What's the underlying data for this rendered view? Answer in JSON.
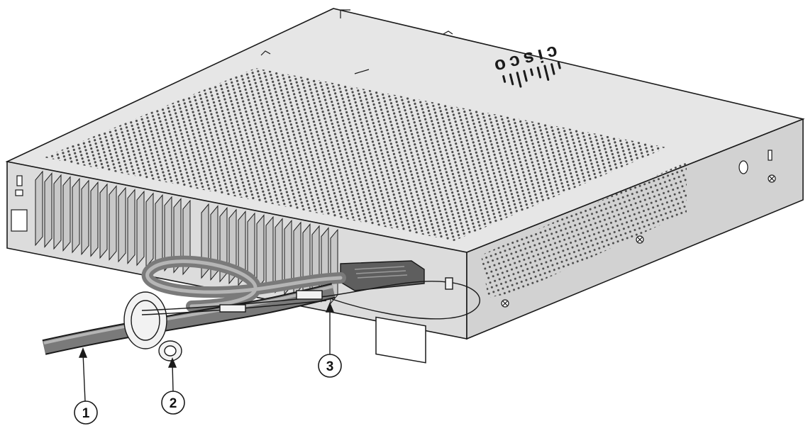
{
  "colors": {
    "outline": "#1a1a1a",
    "chassis_top": "#e6e6e6",
    "chassis_front": "#dcdcdc",
    "chassis_side": "#d2d2d2",
    "vent_dots": "#4a4a4a",
    "cable": "#7a7a7a",
    "cable_highlight": "#b5b5b5",
    "tie": "#f2f2f2",
    "connector": "#5e5e5e"
  },
  "logo": {
    "brand_text": "cisco",
    "icon": "cisco-bridge-logo"
  },
  "callouts": [
    {
      "label": "1",
      "target": "power-cord"
    },
    {
      "label": "2",
      "target": "cable-retainer-clip"
    },
    {
      "label": "3",
      "target": "cable-tie-loop"
    }
  ]
}
